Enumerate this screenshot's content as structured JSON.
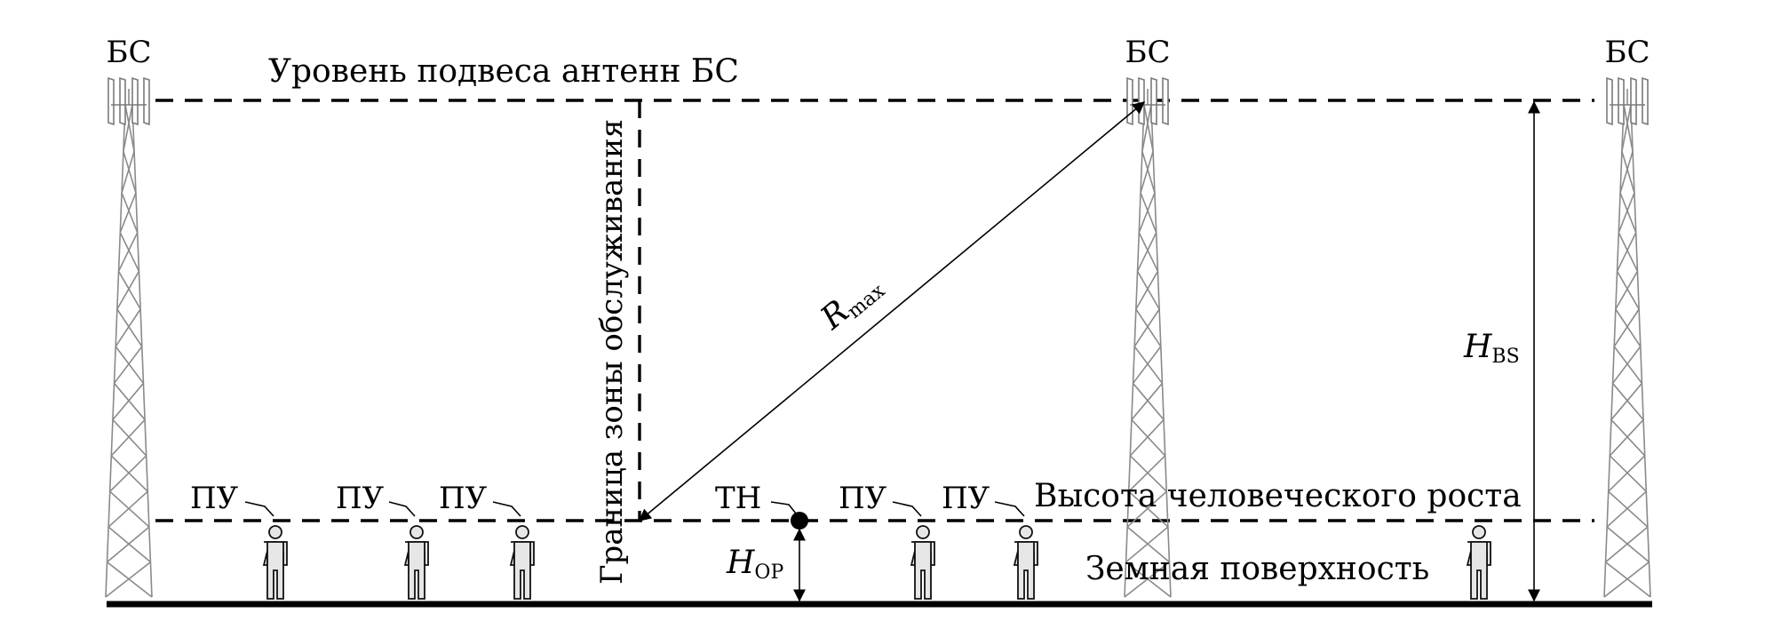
{
  "labels": {
    "bs": "БС",
    "antenna_level": "Уровень подвеса антенн БС",
    "service_boundary": "Граница зоны обслуживания",
    "r_max_main": "R",
    "r_max_sub": "max",
    "h_bs_main": "H",
    "h_bs_sub": "BS",
    "user": "ПУ",
    "test_point": "ТН",
    "h_op_main": "H",
    "h_op_sub": "ОР",
    "human_height": "Высота человеческого роста",
    "ground": "Земная поверхность"
  },
  "colors": {
    "lines": "#000000",
    "tower": "#8a8a8a",
    "person_fill": "#e6e6e6"
  },
  "icons": {
    "tower": "lattice-tower-icon",
    "antenna": "panel-antenna-icon",
    "person": "person-icon",
    "point": "filled-circle-icon"
  }
}
